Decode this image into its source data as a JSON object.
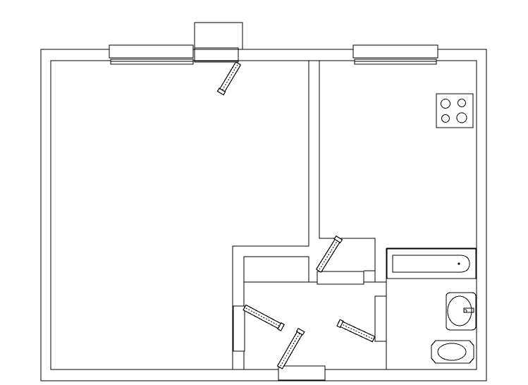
{
  "diagram": {
    "type": "floor-plan",
    "rooms": [
      "main-room",
      "kitchen",
      "hallway",
      "bathroom"
    ],
    "fixtures": [
      "stove-cooktop",
      "bathtub",
      "sink",
      "toilet"
    ],
    "doors": 6,
    "windows": 2,
    "colors": {
      "line": "#000000",
      "background": "#ffffff"
    }
  }
}
